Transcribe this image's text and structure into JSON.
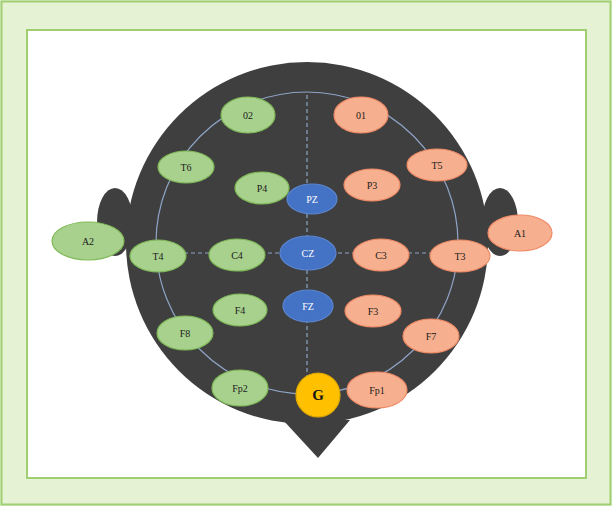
{
  "diagram": {
    "nodes": [
      {
        "text": [
          "02"
        ]
      },
      {
        "text": [
          "01"
        ]
      },
      {
        "text": [
          "T6"
        ]
      },
      {
        "text": [
          "T5"
        ]
      },
      {
        "text": [
          "P4"
        ]
      },
      {
        "text": [
          "PZ"
        ]
      },
      {
        "text": [
          "P3"
        ]
      },
      {
        "text": [
          "A2"
        ]
      },
      {
        "text": [
          "A1"
        ]
      },
      {
        "text": [
          "T4"
        ]
      },
      {
        "text": [
          "C4"
        ]
      },
      {
        "text": [
          "CZ"
        ]
      },
      {
        "text": [
          "C3"
        ]
      },
      {
        "text": [
          "T3"
        ]
      },
      {
        "text": [
          "F4"
        ]
      },
      {
        "text": [
          "FZ"
        ]
      },
      {
        "text": [
          "F3"
        ]
      },
      {
        "text": [
          "F8"
        ]
      },
      {
        "text": [
          "F7"
        ]
      },
      {
        "text": [
          "Fp2"
        ]
      },
      {
        "text": [
          "G"
        ]
      },
      {
        "text": [
          "Fp1"
        ]
      }
    ]
  }
}
